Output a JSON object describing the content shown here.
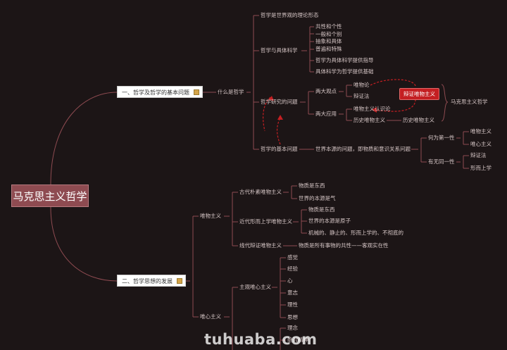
{
  "root": "马克思主义哲学",
  "b1": {
    "title": "一、哲学及哲学的基本问题",
    "what": "什么是哲学",
    "n1": "哲学是世界观的理论形态",
    "sci": "哲学与具体科学",
    "sci_items": [
      "共性和个性",
      "一般和个别",
      "抽象和具体",
      "普遍和特殊"
    ],
    "sci_guide": "哲学为具体科学提供指导",
    "sci_base": "具体科学为哲学提供基础",
    "obj": "哲学研究的问题",
    "views": "两大观点",
    "v1": "唯物论",
    "v2": "辩证法",
    "tag": "辩证唯物主义",
    "apps": "两大应用",
    "a1": "唯物主义认识论",
    "a2": "历史唯物主义",
    "a2b": "历史唯物主义",
    "marx": "马克思主义哲学",
    "basic": "哲学的基本问题",
    "basic_desc": "世界本源的问题，即物质和意识关系问题",
    "first": "何为第一性",
    "f1": "唯物主义",
    "f2": "唯心主义",
    "same": "有无同一性",
    "s1": "辩证法",
    "s2": "形而上学"
  },
  "b2": {
    "title": "二、哲学思想的发展",
    "mat": "唯物主义",
    "anc": "古代朴素唯物主义",
    "anc1": "物质是东西",
    "anc2": "世界的本源是气",
    "mod": "近代形而上学唯物主义",
    "mod1": "物质是东西",
    "mod2": "世界的本源是原子",
    "mod3": "机械的、静止的、形而上学的、不彻底的",
    "dia": "线代辩证唯物主义",
    "dia1": "物质是所有事物的共性——客观实在性",
    "ide": "唯心主义",
    "subj": "主观唯心主义",
    "subj_items": [
      "感觉",
      "经验",
      "心",
      "意志",
      "理性",
      "思想"
    ],
    "obj_items": [
      "理念",
      "绝对精神"
    ]
  },
  "watermark": "tuhuaba.com",
  "colors": {
    "background": "#1c1516",
    "line": "#8e4b51",
    "root": "#8e4b51",
    "tag": "#c41f22"
  }
}
